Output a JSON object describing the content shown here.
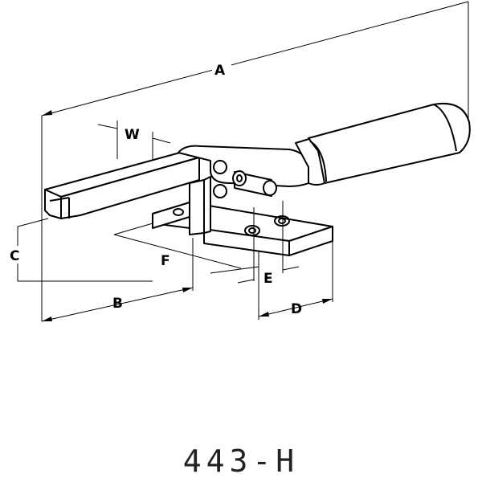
{
  "diagram": {
    "dimension_labels": {
      "a": "A",
      "w": "W",
      "c": "C",
      "f": "F",
      "b": "B",
      "e": "E",
      "d": "D"
    },
    "model_code": "443-H"
  }
}
